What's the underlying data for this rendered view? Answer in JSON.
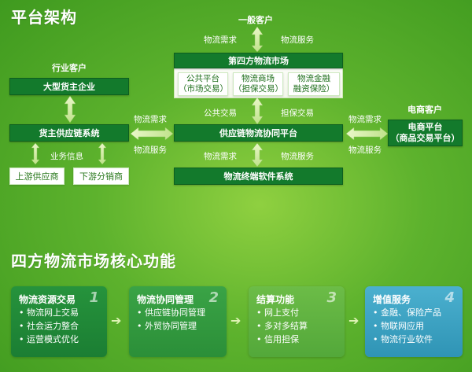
{
  "section1_title": "平台架构",
  "section2_title": "四方物流市场核心功能",
  "consumer": {
    "label": "一般客户",
    "demand": "物流需求",
    "service": "物流服务"
  },
  "fourth_party": {
    "title": "第四方物流市场",
    "sub": [
      "公共平台\n（市场交易）",
      "物流商场\n（担保交易）",
      "物流金融\n融资保险）"
    ],
    "below_left": "公共交易",
    "below_right": "担保交易"
  },
  "industry": {
    "label": "行业客户",
    "enterprise": "大型货主企业",
    "supply_chain": "货主供应链系统",
    "info": "业务信息",
    "upstream": "上游供应商",
    "downstream": "下游分销商"
  },
  "platform": {
    "center": "供应链物流协同平台",
    "left_demand": "物流需求",
    "left_service": "物流服务",
    "right_demand": "物流需求",
    "right_service": "物流服务",
    "bottom_demand": "物流需求",
    "bottom_service": "物流服务",
    "terminal": "物流终端软件系统"
  },
  "ecommerce": {
    "label": "电商客户",
    "box": "电商平台\n（商品交易平台）"
  },
  "cards": [
    {
      "title": "物流资源交易",
      "num": "1",
      "items": [
        "• 物流网上交易",
        "• 社会运力整合",
        "• 运营模式优化"
      ],
      "color": "#1f8a3a"
    },
    {
      "title": "物流协同管理",
      "num": "2",
      "items": [
        "• 供应链协同管理",
        "• 外贸协同管理"
      ],
      "color": "#2f9a3a"
    },
    {
      "title": "结算功能",
      "num": "3",
      "items": [
        "• 网上支付",
        "• 多对多结算",
        "• 信用担保"
      ],
      "color": "#5aab3a"
    },
    {
      "title": "增值服务",
      "num": "4",
      "items": [
        "• 金融、保险产品",
        "• 物联网应用",
        "• 物流行业软件"
      ],
      "color": "#3a9fbf"
    }
  ]
}
